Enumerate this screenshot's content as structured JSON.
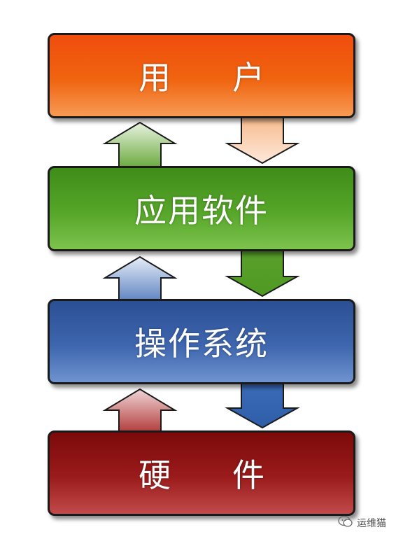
{
  "layers": {
    "user": "用户",
    "application": "应用软件",
    "os": "操作系统",
    "hardware": "硬件"
  },
  "watermark": {
    "text": "运维猫",
    "icon": "wechat-icon"
  },
  "colors": {
    "user": "#f0640f",
    "application": "#56a629",
    "os": "#3e66ae",
    "hardware": "#9b1b1b",
    "arrow_up": "#b9cde4",
    "arrow_down": "#3b6cb8",
    "border": "#1a1a1a"
  }
}
